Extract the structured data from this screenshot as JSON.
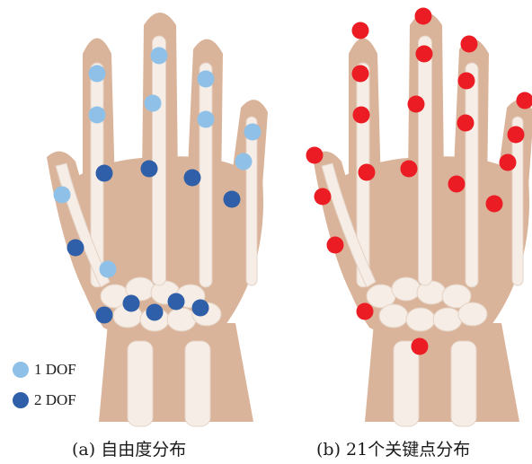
{
  "colors": {
    "background": "#ffffff",
    "skin": "#dab49a",
    "skin_edge": "#c89678",
    "bone": "#f6ede6",
    "bone_edge": "#e4d2c4",
    "dof1": "#8ec0e8",
    "dof2": "#2f5fa8",
    "keypoint": "#ec1c24"
  },
  "legend": {
    "dof1": {
      "label": "1 DOF",
      "color": "#8ec0e8"
    },
    "dof2": {
      "label": "2 DOF",
      "color": "#2f5fa8"
    }
  },
  "panel_a": {
    "caption": "(a) 自由度分布",
    "joint_counts": {
      "dof1": 10,
      "dof2": 10
    }
  },
  "panel_b": {
    "caption": "(b) 21个关键点分布",
    "keypoint_count": 21
  }
}
